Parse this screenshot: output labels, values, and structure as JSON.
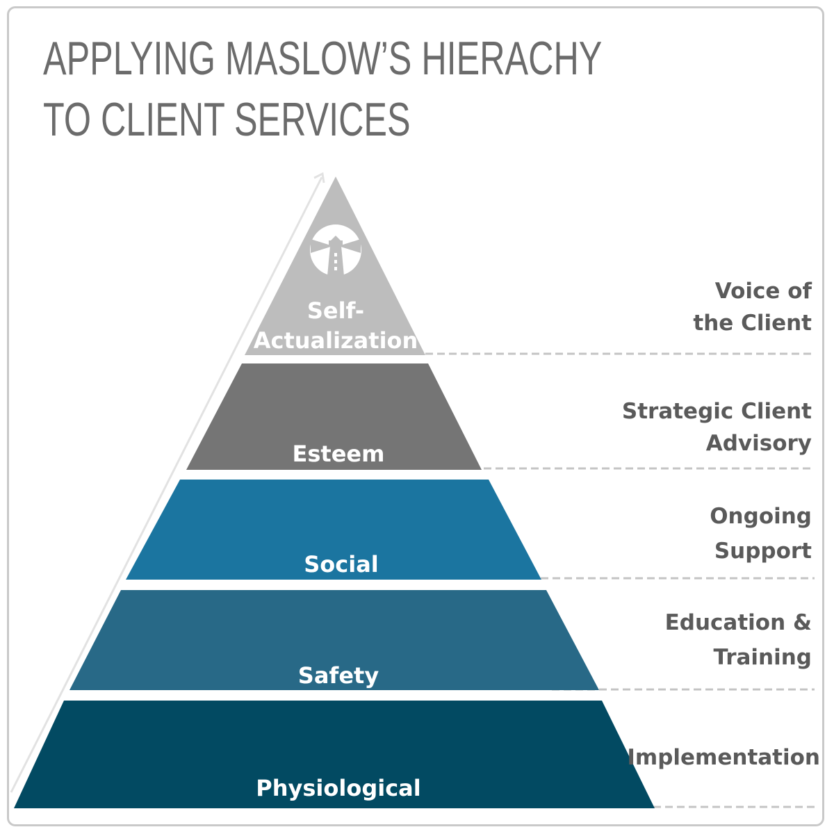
{
  "title": {
    "line1": "APPLYING MASLOW’S HIERACHY",
    "line2": "TO CLIENT SERVICES"
  },
  "tiers": [
    {
      "label_line1": "Self-",
      "label_line2": "Actualization",
      "color": "#bdbdbd",
      "icon": "lighthouse-icon"
    },
    {
      "label": "Esteem",
      "color": "#757575"
    },
    {
      "label": "Social",
      "color": "#1b75a0"
    },
    {
      "label": "Safety",
      "color": "#286987"
    },
    {
      "label": "Physiological",
      "color": "#024a62"
    }
  ],
  "services": [
    "Voice of \nthe Client",
    "Strategic Client\nAdvisory",
    "Ongoing\nSupport",
    "Education &\nTraining",
    "Implementation"
  ]
}
